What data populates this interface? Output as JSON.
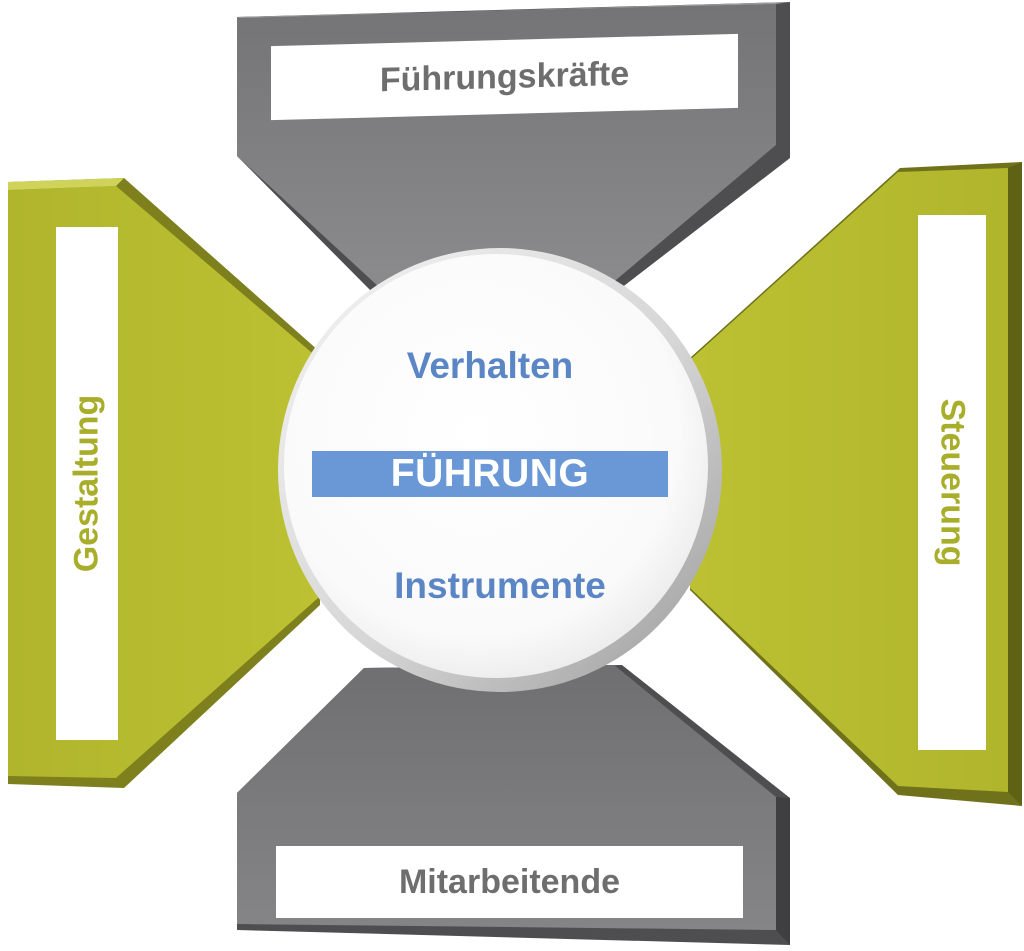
{
  "top": {
    "label": "Führungskräfte"
  },
  "bottom": {
    "label": "Mitarbeitende"
  },
  "left": {
    "label": "Gestaltung"
  },
  "right": {
    "label": "Steuerung"
  },
  "center": {
    "upper": "Verhalten",
    "bar": "FÜHRUNG",
    "lower": "Instrumente"
  },
  "colors": {
    "gray": "#7d7d7f",
    "gray_dark": "#4e4e50",
    "olive": "#b5ba2e",
    "olive_dark": "#7d801c",
    "blue_text": "#5b86c6",
    "blue_bar": "#6a98d6"
  }
}
